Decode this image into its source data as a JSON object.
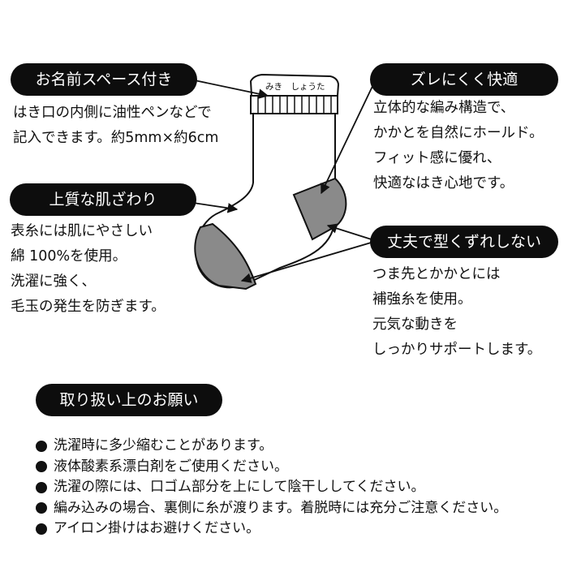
{
  "callouts": {
    "name_space": {
      "title": "お名前スペース付き",
      "lines": [
        "はき口の内側に油性ペンなどで",
        "記入できます。約5mm×約6cm"
      ]
    },
    "comfort": {
      "title": "ズレにくく快適",
      "lines": [
        "立体的な編み構造で、",
        "かかとを自然にホールド。",
        "フィット感に優れ、",
        "快適なはき心地です。"
      ]
    },
    "texture": {
      "title": "上質な肌ざわり",
      "lines": [
        "表糸には肌にやさしい",
        "綿 100%を使用。",
        "洗濯に強く、",
        "毛玉の発生を防ぎます。"
      ]
    },
    "durable": {
      "title": "丈夫で型くずれしない",
      "lines": [
        "つま先とかかとには",
        "補強糸を使用。",
        "元気な動きを",
        "しっかりサポートします。"
      ]
    }
  },
  "sock": {
    "name_label": "みき　しょうた"
  },
  "care": {
    "title": "取り扱い上のお願い",
    "items": [
      "洗濯時に多少縮むことがあります。",
      "液体酸素系漂白剤をご使用ください。",
      "洗濯の際には、口ゴム部分を上にして陰干ししてください。",
      "編み込みの場合、裏側に糸が渡ります。着脱時には充分ご注意ください。",
      "アイロン掛けはお避けください。"
    ]
  },
  "colors": {
    "pill_bg": "#0d0d0d",
    "pill_text": "#ffffff",
    "reinforced_gray": "#8a8a8a",
    "outline": "#111111"
  }
}
